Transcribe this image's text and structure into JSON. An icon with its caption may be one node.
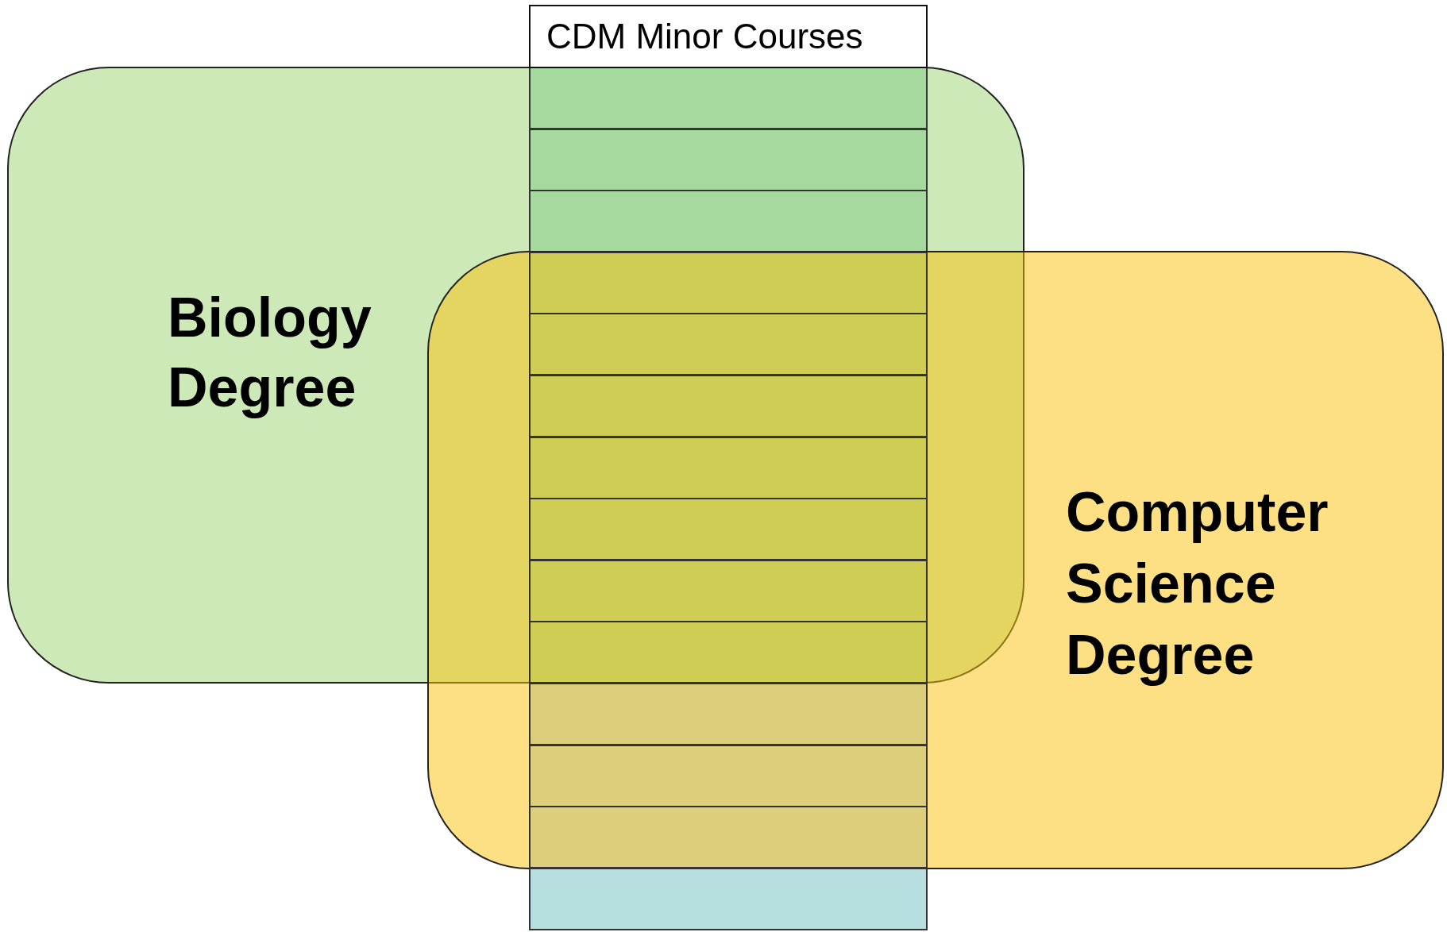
{
  "diagram": {
    "nodes": [
      {
        "text": [
          "Biology Degree"
        ]
      },
      {
        "text": [
          "Computer Science Degree"
        ]
      },
      {
        "text": [
          "CDM Minor Courses"
        ]
      },
      {
        "text": [],
        "shape": "box",
        "in": 0
      },
      {
        "text": [],
        "shape": "box",
        "in": 0
      },
      {
        "text": [],
        "shape": "box",
        "in": 0
      },
      {
        "text": [],
        "shape": "box"
      },
      {
        "text": [],
        "shape": "box"
      },
      {
        "text": [],
        "shape": "box"
      },
      {
        "text": [],
        "shape": "box"
      },
      {
        "text": [],
        "shape": "box"
      },
      {
        "text": [],
        "shape": "box"
      },
      {
        "text": [],
        "shape": "box"
      },
      {
        "text": [],
        "shape": "box",
        "in": 1
      },
      {
        "text": [],
        "shape": "box",
        "in": 1
      },
      {
        "text": [],
        "shape": "box",
        "in": 1
      },
      {
        "text": [],
        "shape": "box"
      }
    ]
  }
}
